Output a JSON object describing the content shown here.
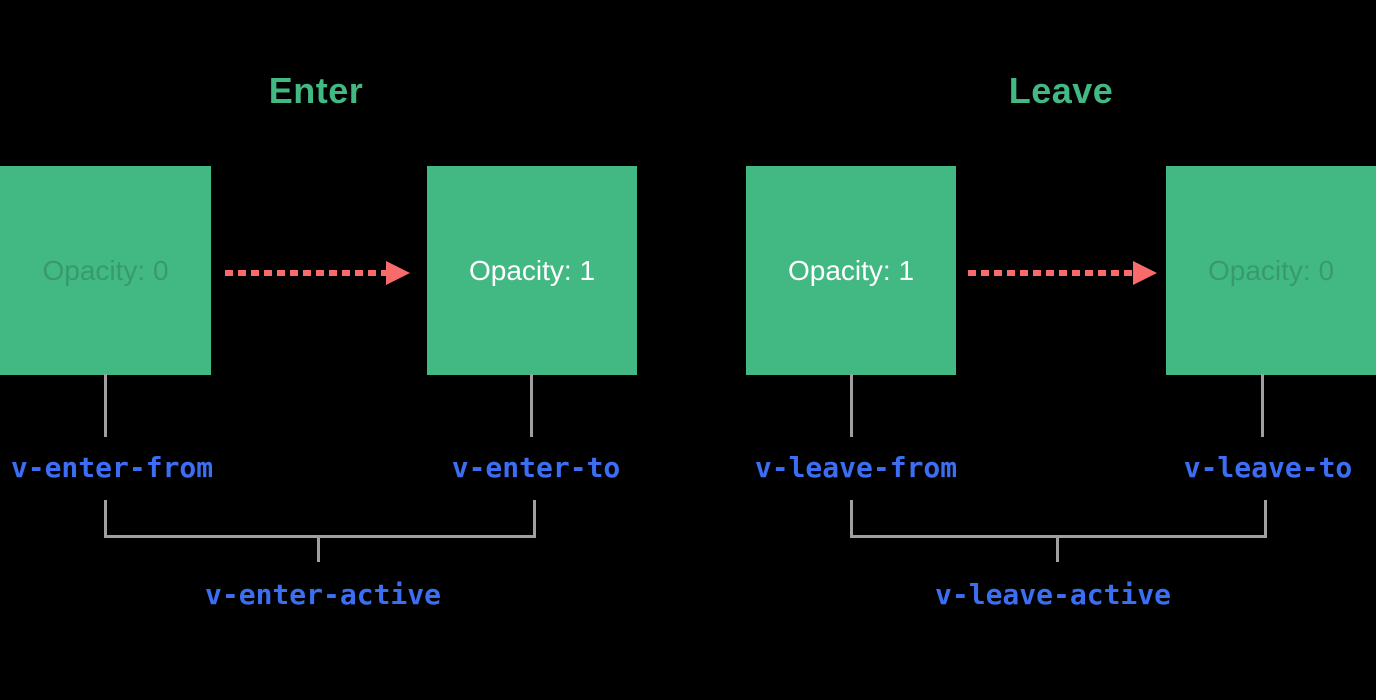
{
  "diagram": {
    "background_color": "#000000",
    "box_color": "#42b883",
    "title_color": "#42b883",
    "arrow_color": "#f96b6b",
    "class_label_color": "#3b6ef3",
    "connector_line_color": "#a0a0a0",
    "enter": {
      "title": "Enter",
      "from_box_label": "Opacity: 0",
      "to_box_label": "Opacity: 1",
      "from_class": "v-enter-from",
      "to_class": "v-enter-to",
      "active_class": "v-enter-active"
    },
    "leave": {
      "title": "Leave",
      "from_box_label": "Opacity: 1",
      "to_box_label": "Opacity: 0",
      "from_class": "v-leave-from",
      "to_class": "v-leave-to",
      "active_class": "v-leave-active"
    }
  }
}
